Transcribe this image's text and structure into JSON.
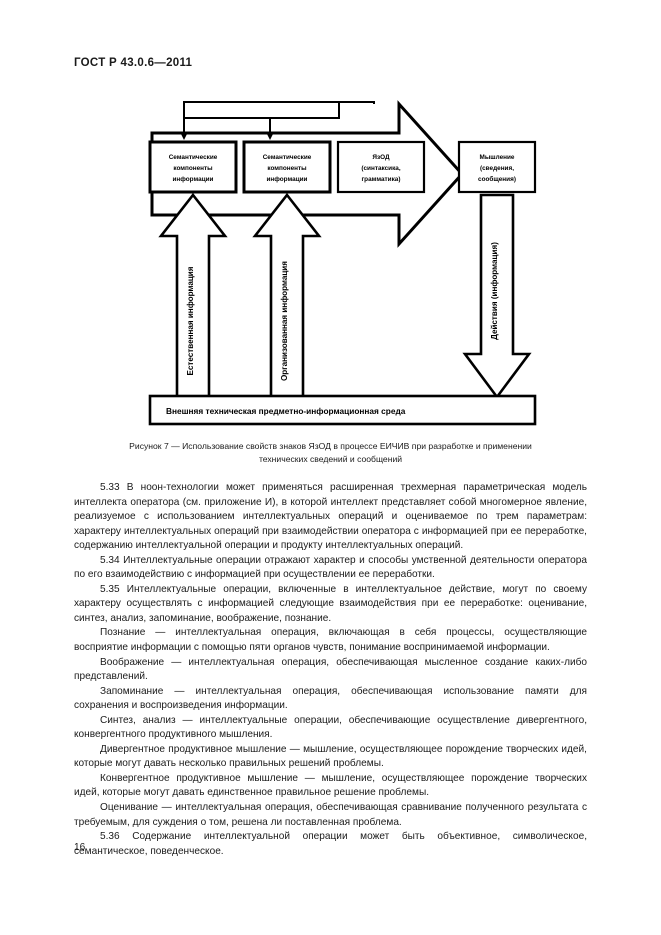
{
  "header": {
    "standard_number": "ГОСТ Р 43.0.6—2011"
  },
  "figure": {
    "boxes": {
      "box1_line1": "Семантические",
      "box1_line2": "компоненты",
      "box1_line3": "информации",
      "box2_line1": "Семантические",
      "box2_line2": "компоненты",
      "box2_line3": "информации",
      "box3_line1": "ЯзОД",
      "box3_line2": "(синтаксика,",
      "box3_line3": "грамматика)",
      "box4_line1": "Мышление",
      "box4_line2": "(сведения,",
      "box4_line3": "сообщения)"
    },
    "arrow_labels": {
      "left_arrow": "Естественная информация",
      "middle_arrow": "Организованная информация",
      "right_arrow": "Действия (информация)"
    },
    "environment_bar": "Внешняя техническая предметно-информационная среда",
    "caption_line1": "Рисунок 7 — Использование свойств знаков ЯзОД в процессе ЕИЧИВ при разработке и применении",
    "caption_line2": "технических сведений и сообщений"
  },
  "body": {
    "paragraphs": [
      "5.33  В ноон-технологии может применяться расширенная трехмерная параметрическая модель интеллекта оператора (см. приложение И), в которой интеллект представляет собой многомерное явление, реализуемое с использованием интеллектуальных операций и оцениваемое по трем параметрам: характеру интеллектуальных операций при взаимодействии оператора с информацией при ее переработке, содержанию интеллектуальной операции и продукту интеллектуальных операций.",
      "5.34  Интеллектуальные операции отражают характер и способы умственной деятельности оператора по его взаимодействию с информацией при осуществлении ее переработки.",
      "5.35  Интеллектуальные операции, включенные в интеллектуальное действие, могут по своему характеру осуществлять с информацией следующие взаимодействия при ее переработке: оценивание, синтез, анализ, запоминание, воображение, познание.",
      "Познание — интеллектуальная операция, включающая в себя процессы, осуществляющие восприятие информации с помощью пяти органов чувств, понимание воспринимаемой информации.",
      "Воображение — интеллектуальная операция, обеспечивающая мысленное создание каких-либо представлений.",
      "Запоминание — интеллектуальная операция, обеспечивающая использование памяти для сохранения и воспроизведения информации.",
      "Синтез, анализ — интеллектуальные операции, обеспечивающие осуществление дивергентного, конвергентного продуктивного мышления.",
      "Дивергентное продуктивное мышление — мышление, осуществляющее порождение творческих идей, которые могут давать несколько правильных решений проблемы.",
      "Конвергентное продуктивное мышление — мышление, осуществляющее порождение творческих идей, которые могут давать единственное правильное решение проблемы.",
      "Оценивание — интеллектуальная операция, обеспечивающая сравнивание полученного результата с требуемым, для суждения о том, решена ли поставленная проблема.",
      "5.36  Содержание интеллектуальной операции может быть объективное, символическое, семантическое, поведенческое."
    ]
  },
  "footer": {
    "page_number": "16"
  }
}
